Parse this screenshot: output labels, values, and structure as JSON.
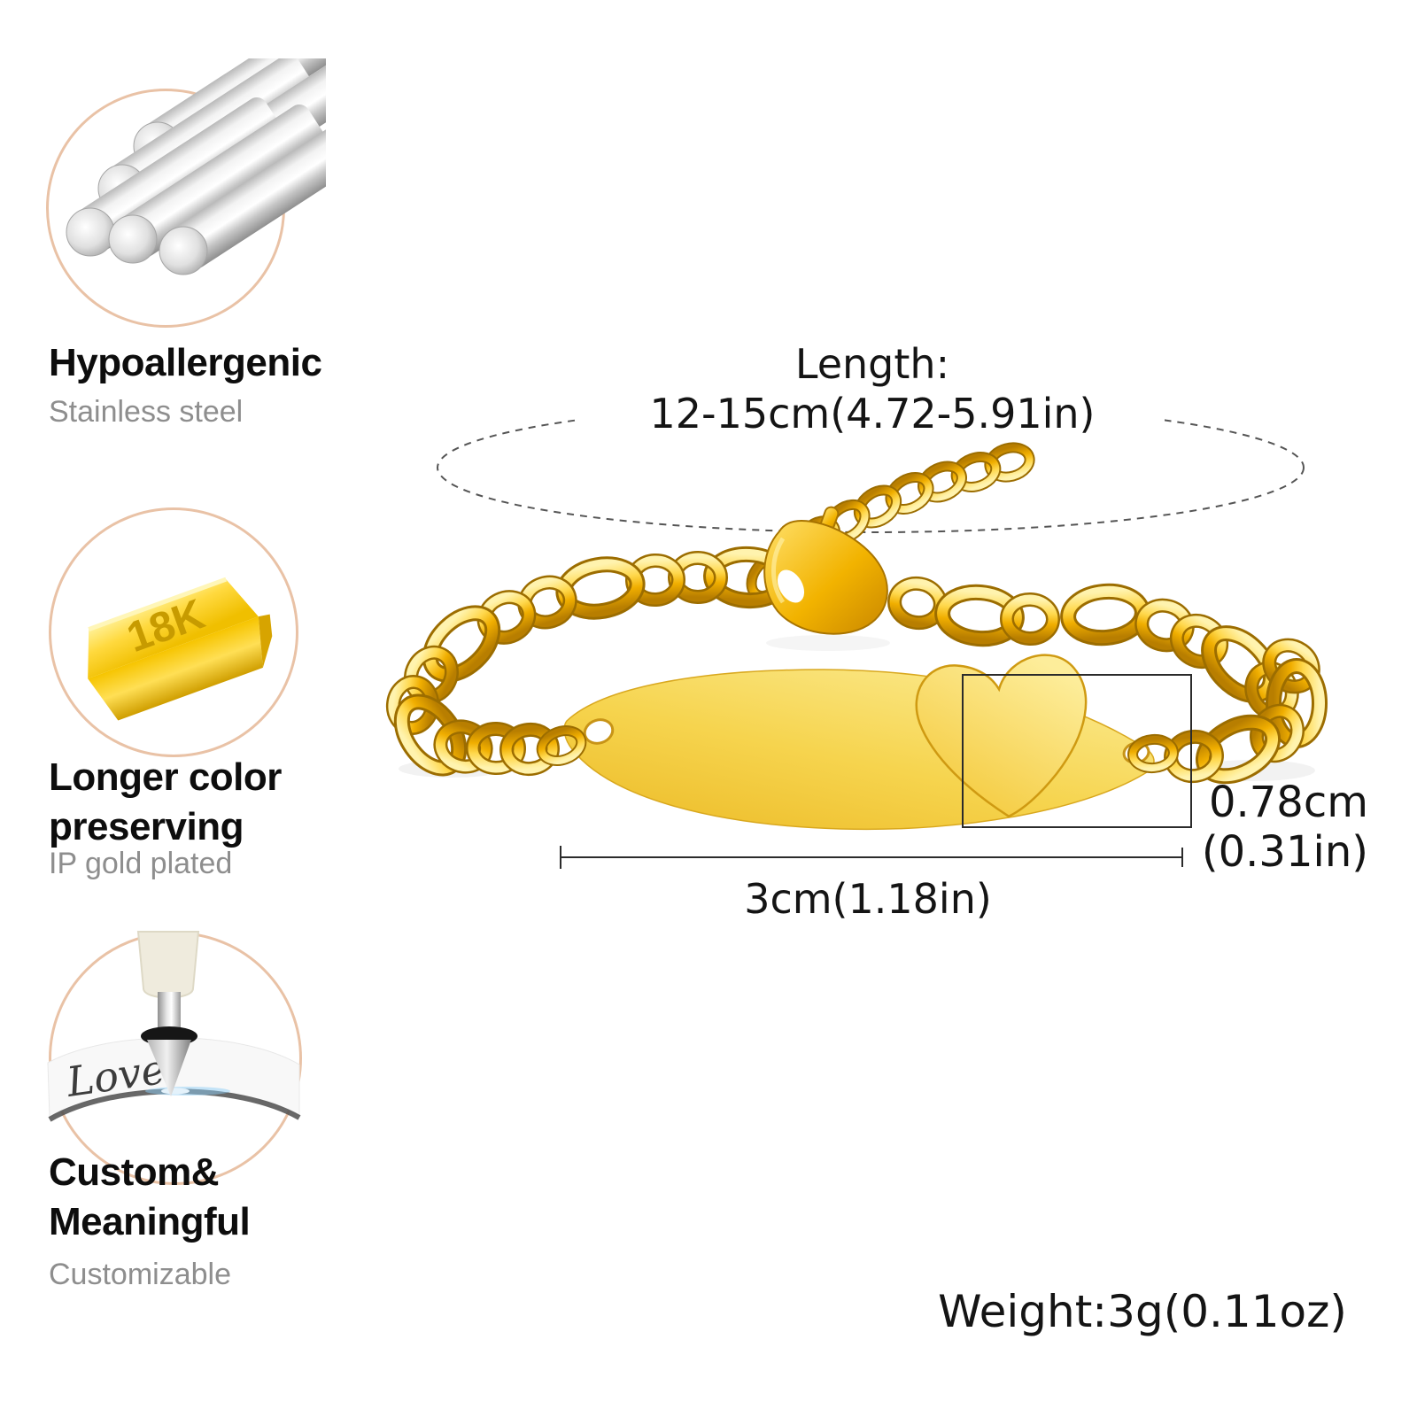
{
  "badges": [
    {
      "icon": "steel-rods-icon",
      "title_lines": [
        "Hypoallergenic"
      ],
      "subtitle": "Stainless steel"
    },
    {
      "icon": "gold-bar-icon",
      "bar_label": "18K",
      "title_lines": [
        "Longer color",
        "preserving"
      ],
      "subtitle": "IP gold plated"
    },
    {
      "icon": "engraving-tip-icon",
      "engraving_word": "Love",
      "title_lines": [
        "Custom&",
        "Meaningful"
      ],
      "subtitle": "Customizable"
    }
  ],
  "annotations": {
    "length_label": "Length:",
    "length_value": "12-15cm(4.72-5.91in)",
    "height_cm": "0.78cm",
    "height_in": "(0.31in)",
    "width_value": "3cm(1.18in)",
    "weight": "Weight:3g(0.11oz)"
  },
  "colors": {
    "ring_accent": "#e9c2a6",
    "gold_bright": "#ffd84d",
    "gold_deep": "#b87e00",
    "title_text": "#0d0d0d",
    "subtitle_text": "#8e8e8e",
    "dimension_line": "#2b2b2b"
  }
}
